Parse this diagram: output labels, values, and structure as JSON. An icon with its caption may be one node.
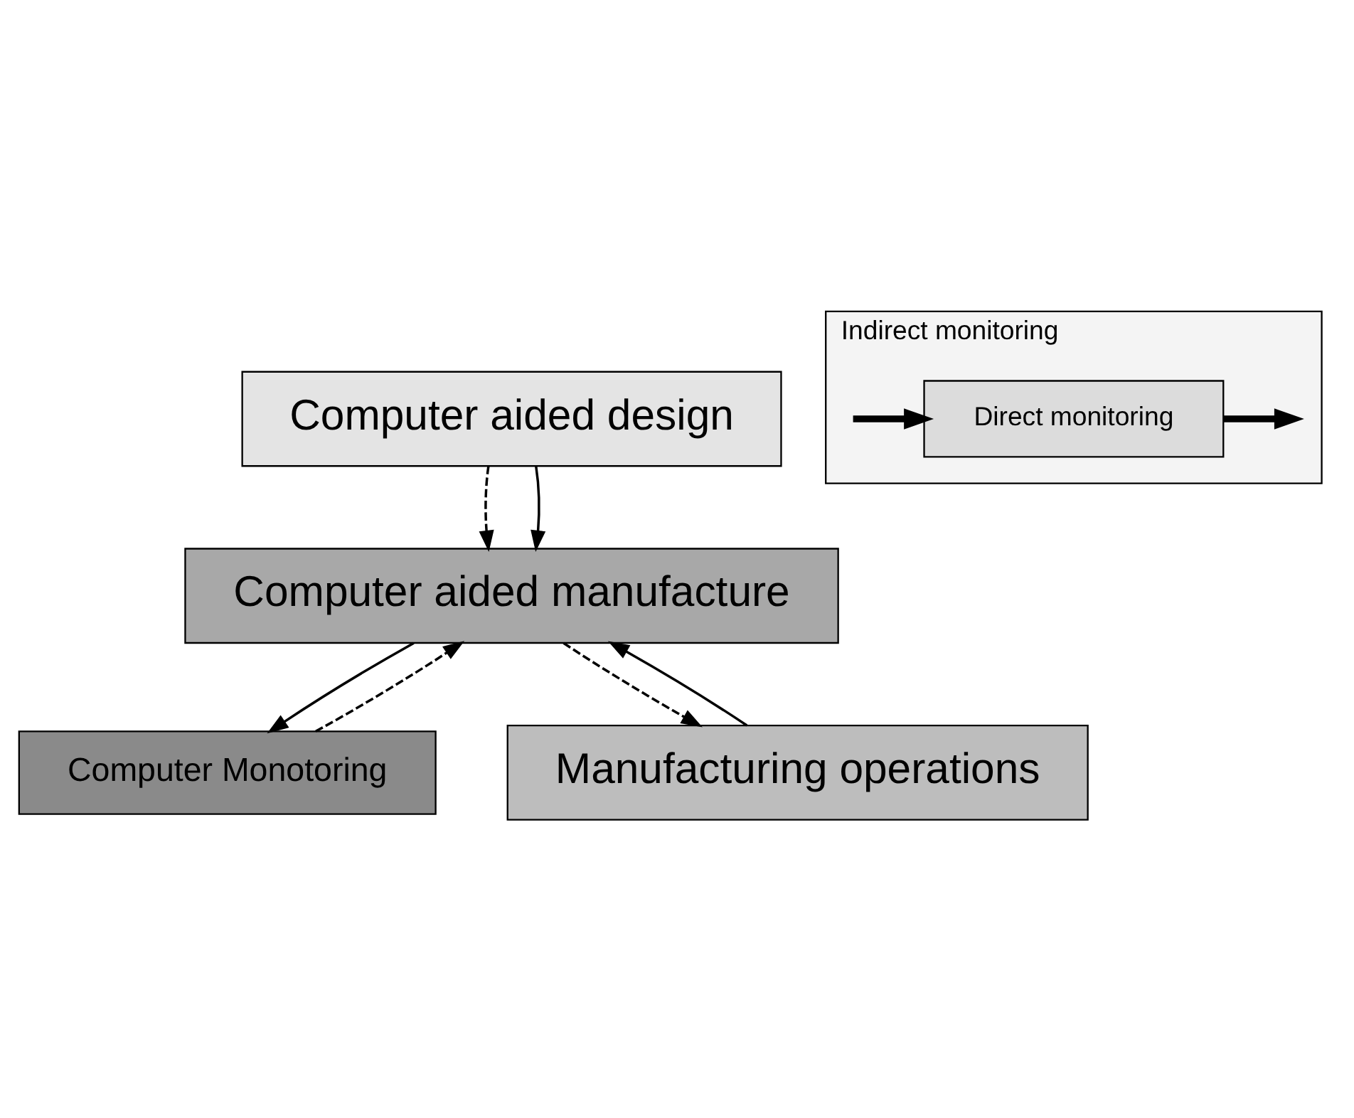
{
  "diagram": {
    "nodes": [
      {
        "text": [
          "Computer aided design"
        ]
      },
      {
        "text": [
          "Computer aided manufacture"
        ]
      },
      {
        "text": [
          "Computer Monotoring"
        ]
      },
      {
        "text": [
          "Indirect monitoring"
        ]
      },
      {
        "text": [
          "Direct monitoring"
        ],
        "in": 3
      },
      {
        "text": [
          "Manufacturing operations"
        ]
      }
    ],
    "edges": [
      {
        "from": 0,
        "to": 1,
        "arrow": "to",
        "style": "dashed"
      },
      {
        "from": 0,
        "to": 1,
        "arrow": "to"
      },
      {
        "from": 1,
        "to": 5,
        "arrow": "to",
        "style": "dashed"
      },
      {
        "from": 5,
        "to": 1,
        "arrow": "to"
      },
      {
        "from": 1,
        "to": 2,
        "arrow": "to"
      },
      {
        "from": 2,
        "to": 1,
        "arrow": "to",
        "style": "dashed"
      },
      {
        "from": 4,
        "to": null,
        "arrow": "to",
        "style": "thick"
      },
      {
        "from": null,
        "to": 4,
        "arrow": "to",
        "style": "thick"
      }
    ]
  }
}
